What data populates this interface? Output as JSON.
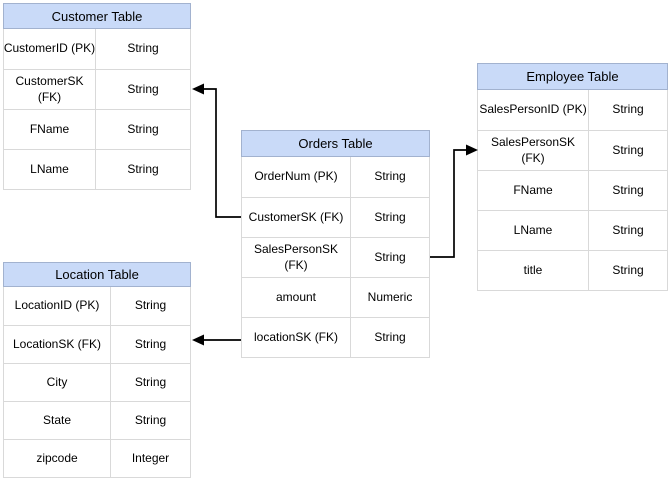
{
  "colors": {
    "header_fill": "#c9daf8",
    "header_border": "#a2b2cf",
    "row_border": "#d9d9d9",
    "connector": "#000000",
    "canvas_bg": "#ffffff"
  },
  "tables": {
    "customer": {
      "title": "Customer Table",
      "rows": [
        {
          "field": "CustomerID (PK)",
          "type": "String"
        },
        {
          "field": "CustomerSK\n(FK)",
          "type": "String"
        },
        {
          "field": "FName",
          "type": "String"
        },
        {
          "field": "LName",
          "type": "String"
        }
      ]
    },
    "orders": {
      "title": "Orders Table",
      "rows": [
        {
          "field": "OrderNum (PK)",
          "type": "String"
        },
        {
          "field": "CustomerSK (FK)",
          "type": "String"
        },
        {
          "field": "SalesPersonSK\n(FK)",
          "type": "String"
        },
        {
          "field": "amount",
          "type": "Numeric"
        },
        {
          "field": "locationSK (FK)",
          "type": "String"
        }
      ]
    },
    "employee": {
      "title": "Employee Table",
      "rows": [
        {
          "field": "SalesPersonID (PK)",
          "type": "String"
        },
        {
          "field": "SalesPersonSK\n(FK)",
          "type": "String"
        },
        {
          "field": "FName",
          "type": "String"
        },
        {
          "field": "LName",
          "type": "String"
        },
        {
          "field": "title",
          "type": "String"
        }
      ]
    },
    "location": {
      "title": "Location Table",
      "rows": [
        {
          "field": "LocationID (PK)",
          "type": "String"
        },
        {
          "field": "LocationSK (FK)",
          "type": "String"
        },
        {
          "field": "City",
          "type": "String"
        },
        {
          "field": "State",
          "type": "String"
        },
        {
          "field": "zipcode",
          "type": "Integer"
        }
      ]
    }
  },
  "relationships": [
    {
      "from": "Orders Table.CustomerSK (FK)",
      "to": "Customer Table.CustomerSK (FK)"
    },
    {
      "from": "Orders Table.SalesPersonSK (FK)",
      "to": "Employee Table.SalesPersonSK (FK)"
    },
    {
      "from": "Orders Table.locationSK (FK)",
      "to": "Location Table.LocationSK (FK)"
    }
  ]
}
